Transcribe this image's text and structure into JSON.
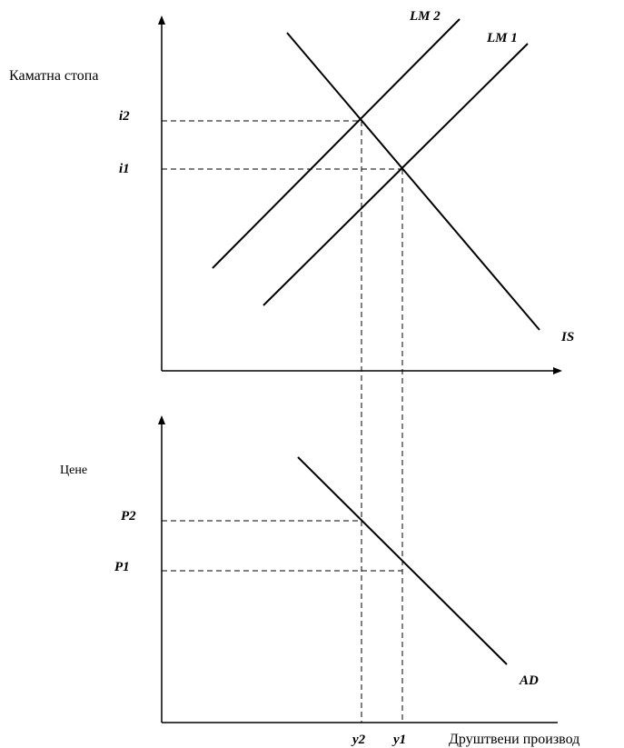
{
  "top_graph": {
    "ylabel": "Каматна стопа",
    "y_ticks": [
      "i2",
      "i1"
    ],
    "curves": {
      "lm2": "LM 2",
      "lm1": "LM 1",
      "is": "IS"
    }
  },
  "bottom_graph": {
    "ylabel": "Цене",
    "xlabel": "Друштвени производ",
    "y_ticks": [
      "P2",
      "P1"
    ],
    "x_ticks": [
      "y2",
      "y1"
    ],
    "curves": {
      "ad": "AD"
    }
  }
}
